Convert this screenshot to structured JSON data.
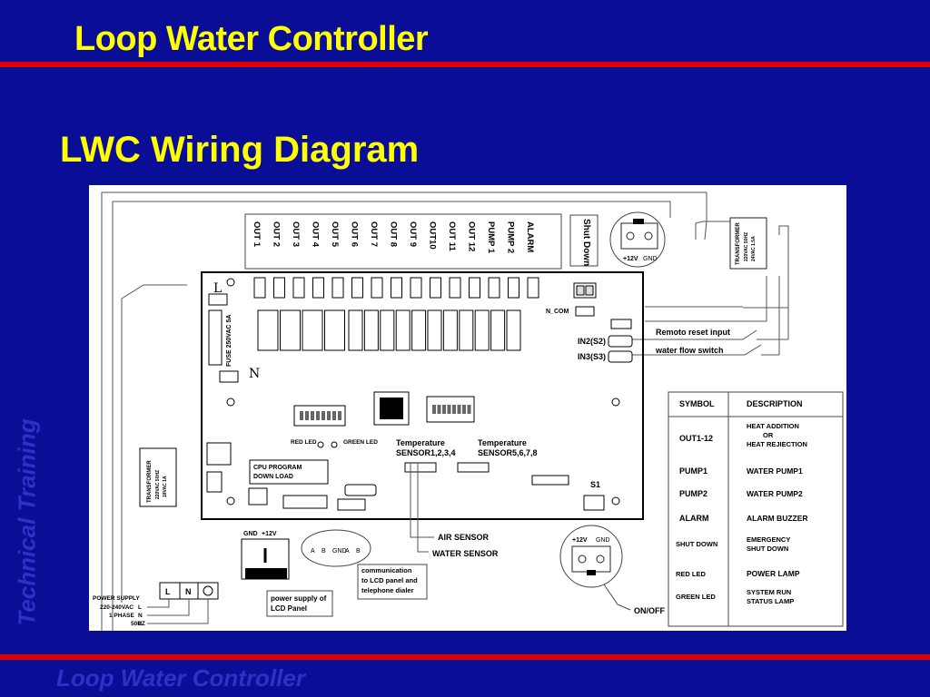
{
  "slide": {
    "title": "Loop Water Controller",
    "subtitle": "LWC Wiring Diagram",
    "side_watermark": "Technical Training",
    "footer_watermark": "Loop Water Controller",
    "colors": {
      "background": "#0a0d96",
      "title": "#ffff00",
      "rule": "#e00000",
      "watermark": "#2a33c6"
    }
  },
  "diagram": {
    "outputs": [
      "OUT 1",
      "OUT 2",
      "OUT 3",
      "OUT 4",
      "OUT 5",
      "OUT 6",
      "OUT 7",
      "OUT 8",
      "OUT 9",
      "OUT10",
      "OUT 11",
      "OUT 12",
      "PUMP 1",
      "PUMP 2",
      "ALARM"
    ],
    "shut_down_label": "Shut Down",
    "board": {
      "L": "L",
      "N": "N",
      "fuse": "FUSE 250VAC 5A",
      "n_com": "N_COM",
      "in2": "IN2(S2)",
      "in3": "IN3(S3)",
      "s1": "S1",
      "red_led": "RED LED",
      "green_led": "GREEN LED",
      "temp1": "Temperature",
      "temp1b": "SENSOR1,2,3,4",
      "temp2": "Temperature",
      "temp2b": "SENSOR5,6,7,8",
      "cpu1": "CPU PROGRAM",
      "cpu2": "DOWN LOAD"
    },
    "top_terminal": {
      "plus": "+12V",
      "gnd": "GND"
    },
    "transformer_right": {
      "t1": "TRANSFORMER",
      "t2": "220VAC 50HZ",
      "t3": "24VAC 1.5A"
    },
    "transformer_left": {
      "t1": "TRANSFORMER",
      "t2": "220VAC 50HZ",
      "t3": "18VAC 1A"
    },
    "remote_reset": "Remoto reset input",
    "water_flow": "water flow switch",
    "lcd_terminal": {
      "gnd": "GND",
      "plus": "+12V"
    },
    "comm_terms": [
      "A",
      "B",
      "GND",
      "A",
      "B"
    ],
    "comm_text": [
      "communication",
      "to LCD panel and",
      "telephone dialer"
    ],
    "lcd_power": [
      "power supply of",
      "LCD Panel"
    ],
    "air_sensor": "AIR SENSOR",
    "water_sensor": "WATER SENSOR",
    "bottom_terminal": {
      "plus": "+12V",
      "gnd": "GND"
    },
    "on_off": "ON/OFF",
    "power_supply": {
      "title": "POWER SUPPLY",
      "l1": "220-240VAC",
      "l2": "1 PHASE",
      "l3": "50HZ",
      "L": "L",
      "N": "N",
      "E": "E"
    },
    "legend": {
      "col_symbol": "SYMBOL",
      "col_description": "DESCRIPTION",
      "rows": [
        {
          "symbol": "OUT1-12",
          "desc": [
            "HEAT ADDITION",
            "OR",
            "HEAT REJIECTION"
          ]
        },
        {
          "symbol": "PUMP1",
          "desc": [
            "WATER PUMP1"
          ]
        },
        {
          "symbol": "PUMP2",
          "desc": [
            "WATER PUMP2"
          ]
        },
        {
          "symbol": "ALARM",
          "desc": [
            "ALARM BUZZER"
          ]
        },
        {
          "symbol": "SHUT DOWN",
          "desc": [
            "EMERGENCY",
            "SHUT DOWN"
          ]
        },
        {
          "symbol": "RED LED",
          "desc": [
            "POWER LAMP"
          ]
        },
        {
          "symbol": "GREEN LED",
          "desc": [
            "SYSTEM RUN",
            "STATUS LAMP"
          ]
        }
      ]
    }
  }
}
